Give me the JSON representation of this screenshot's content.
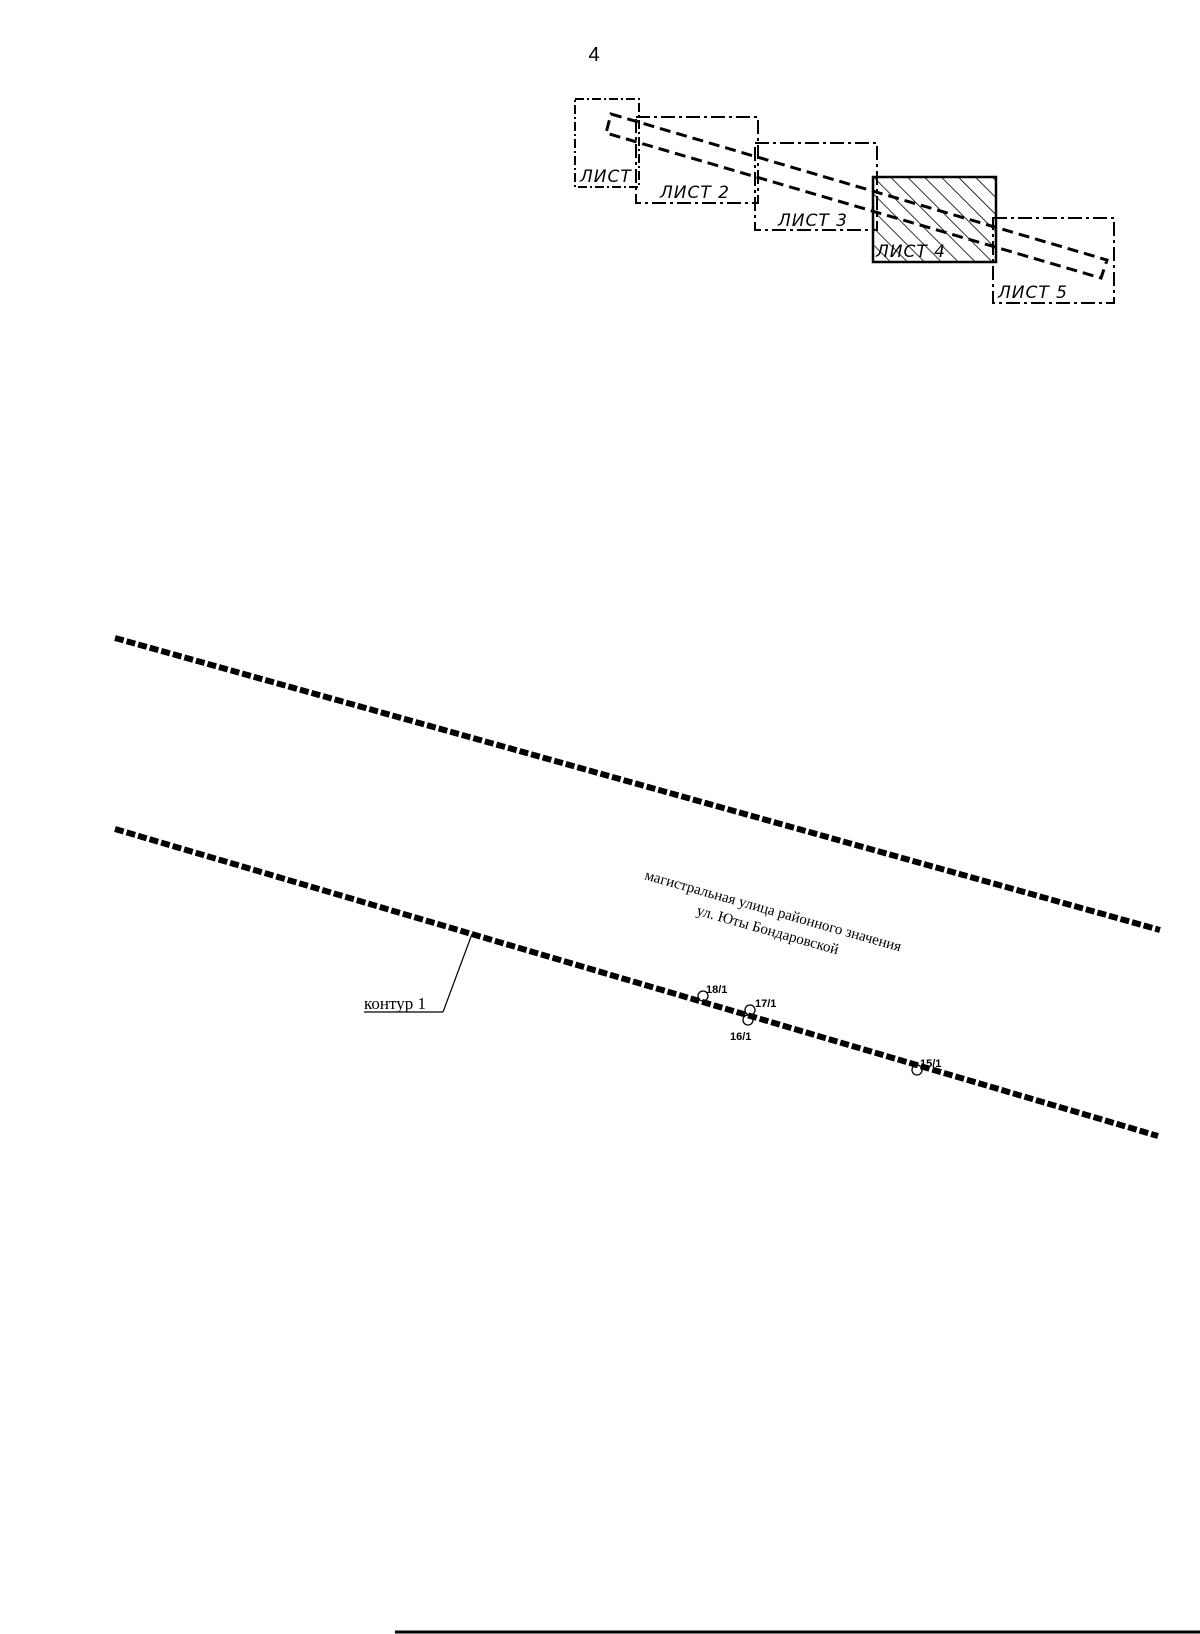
{
  "page_number": "4",
  "index_map": {
    "sheets": [
      "ЛИСТ",
      "ЛИСТ 2",
      "ЛИСТ 3",
      "ЛИСТ 4",
      "ЛИСТ 5"
    ],
    "current_sheet": "ЛИСТ 4"
  },
  "street": {
    "line1": "магистральная улица районного значения",
    "line2": "ул. Юты Бондаровской"
  },
  "contour_label": "контур 1",
  "points": [
    {
      "label": "18/1"
    },
    {
      "label": "17/1"
    },
    {
      "label": "16/1"
    },
    {
      "label": "15/1"
    }
  ],
  "colors": {
    "ink": "#000000",
    "paper": "#ffffff"
  }
}
